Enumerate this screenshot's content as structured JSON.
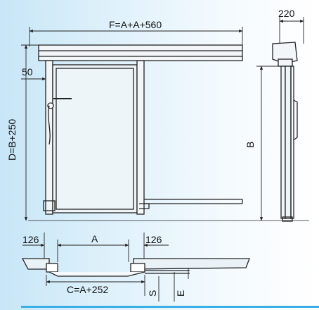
{
  "labels": {
    "overall_width": "F=A+A+560",
    "top_depth": "220",
    "frame_width": "50",
    "overall_height": "D=B+250",
    "clear_height": "B",
    "left_margin": "126",
    "clear_width": "A",
    "right_margin": "126",
    "track_width": "C=A+252",
    "dim_s": "S",
    "dim_e": "E"
  },
  "colors": {
    "background_left": "#c7e6f7",
    "background_right": "#ffffff",
    "line": "#222222",
    "door_fill": "#eef5f9",
    "accent_rule": "#3aaee6"
  }
}
